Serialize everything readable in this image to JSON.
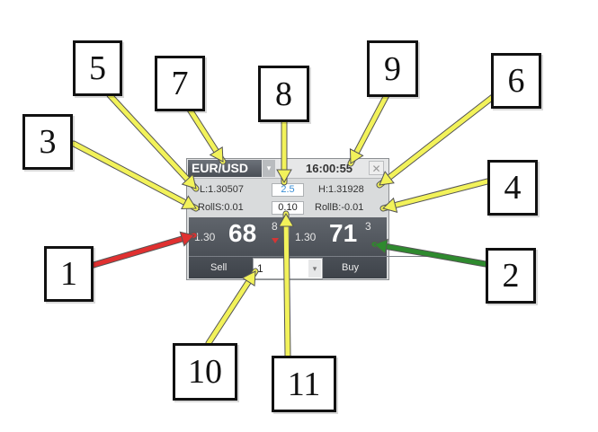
{
  "widget": {
    "symbol": "EUR/USD",
    "time": "16:00:55",
    "close_glyph": "✕",
    "dropdown_glyph": "▾",
    "low": "L:1.30507",
    "spread": "2.5",
    "high": "H:1.31928",
    "roll_sell": "RollS:0.01",
    "pip_cost": "0.10",
    "roll_buy": "RollB:-0.01",
    "sell": {
      "prefix": "1.30",
      "big": "68",
      "pip": "8",
      "label": "Sell",
      "direction_icon": "down-arrow-icon"
    },
    "buy": {
      "prefix": "1.30",
      "big": "71",
      "pip": "3",
      "label": "Buy"
    },
    "amount": "1"
  },
  "callouts": [
    "1",
    "2",
    "3",
    "4",
    "5",
    "6",
    "7",
    "8",
    "9",
    "10",
    "11"
  ],
  "colors": {
    "arrow_yellow": "#f2f25a",
    "arrow_red": "#e03030",
    "arrow_green": "#2e8a2e",
    "spread_blue": "#3a8fd6"
  }
}
